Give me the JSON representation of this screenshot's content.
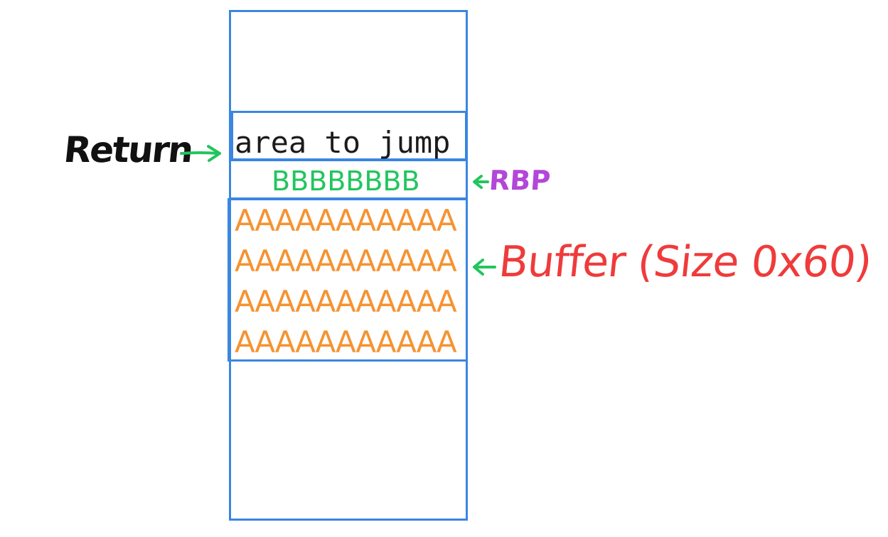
{
  "stack": {
    "return_cell": "area to jump",
    "rbp_cell": "BBBBBBBB",
    "buffer_lines": [
      "AAAAAAAAAAA",
      "AAAAAAAAAAA",
      "AAAAAAAAAAA",
      "AAAAAAAAAAA"
    ]
  },
  "labels": {
    "return": "Return",
    "rbp": "RBP",
    "buffer": "Buffer (Size 0x60)"
  },
  "colors": {
    "cell_border": "#3a86e0",
    "return_text": "#1b1b1b",
    "rbp_text": "#22c55e",
    "buffer_text": "#f59332",
    "arrow": "#22c55e",
    "label_return": "#111111",
    "label_rbp": "#b347d9",
    "label_buffer": "#ef3b3b"
  }
}
